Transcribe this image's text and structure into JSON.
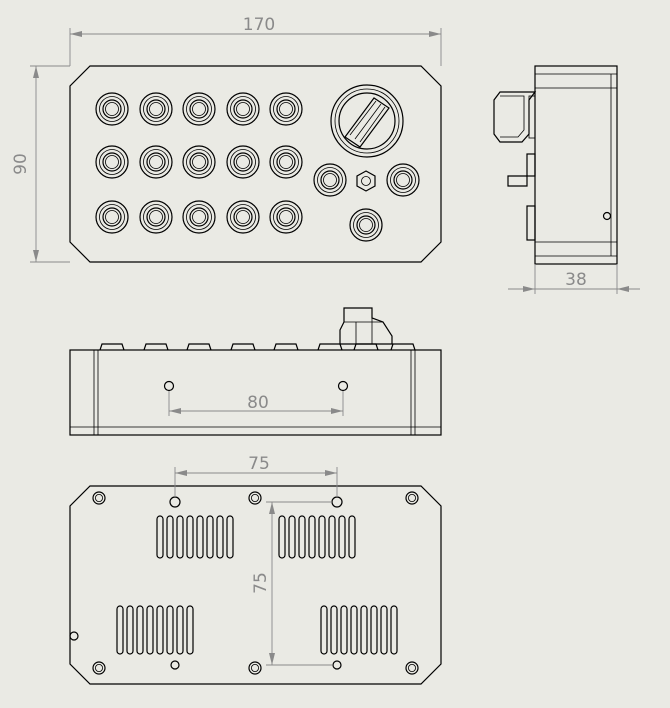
{
  "dimensions": {
    "width": "170",
    "height": "90",
    "depth": "38",
    "mount_spacing_front": "80",
    "mount_spacing_x": "75",
    "mount_spacing_y": "75"
  },
  "colors": {
    "background": "#eaeae4",
    "line": "#000000",
    "dimension": "#8a8a8a"
  },
  "views": [
    "top-view",
    "side-view",
    "front-view",
    "bottom-view"
  ]
}
